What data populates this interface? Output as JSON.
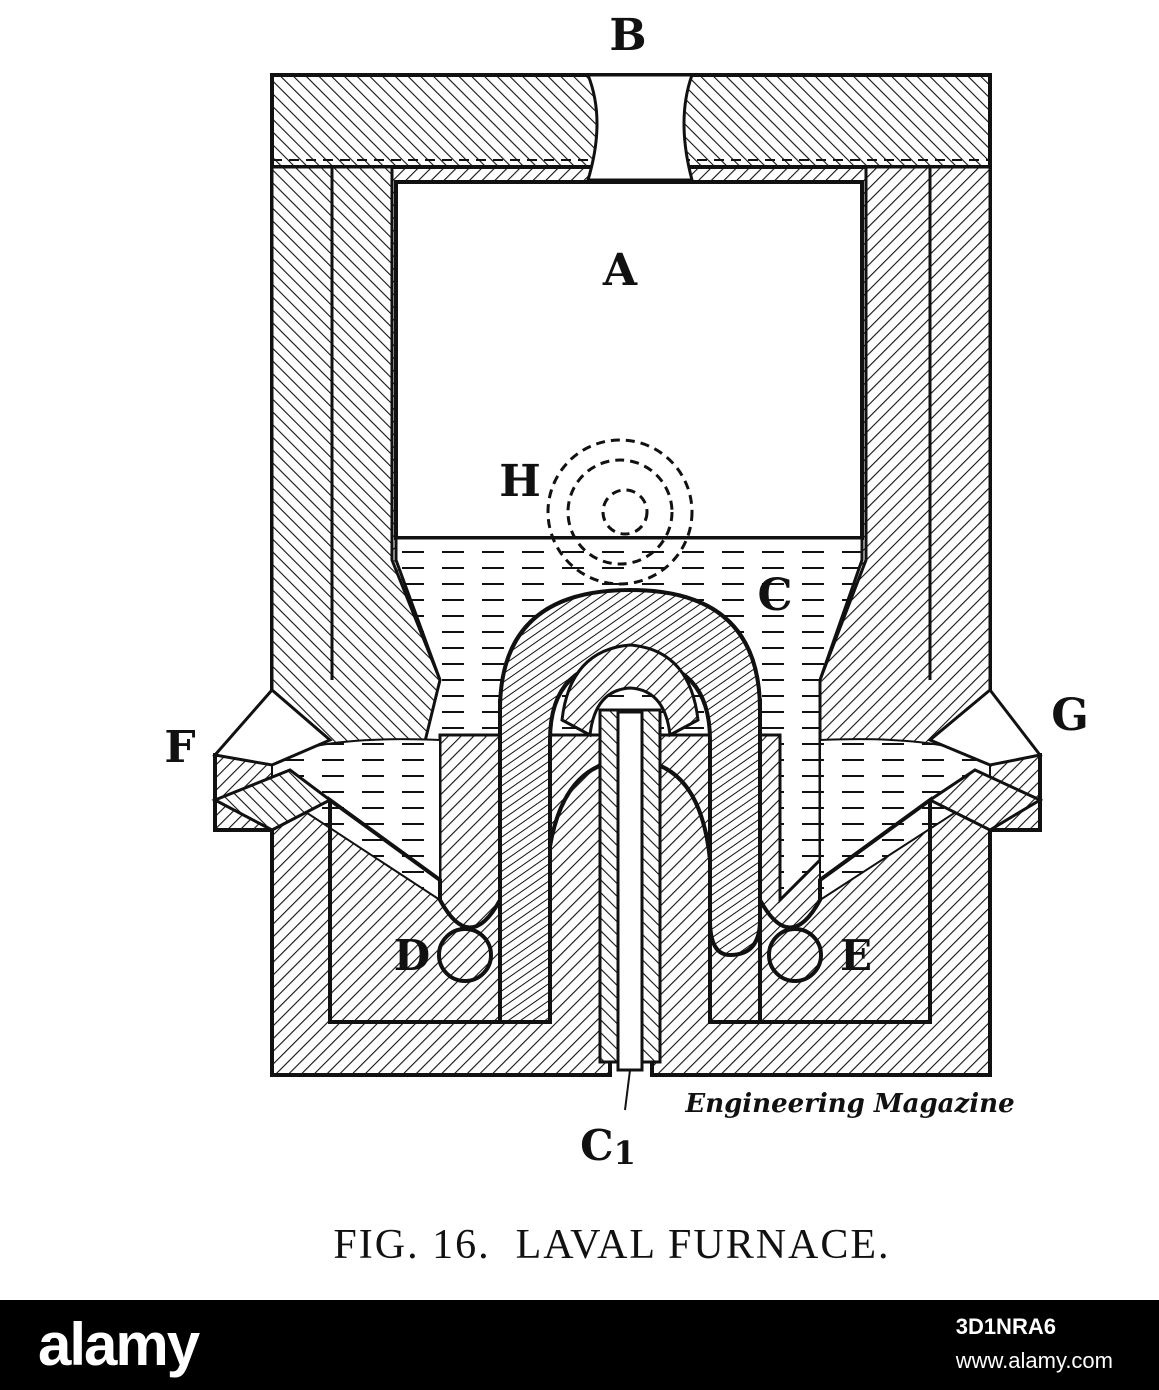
{
  "diagram": {
    "labels": {
      "A": "A",
      "B": "B",
      "C": "C",
      "C1": "C",
      "C1_sub": "1",
      "D": "D",
      "E": "E",
      "F": "F",
      "G": "G",
      "H": "H"
    },
    "credit": "Engineering Magazine",
    "caption": "FIG. 16.  LAVAL FURNACE."
  },
  "watermark": {
    "logo": "alamy",
    "image_id": "3D1NRA6",
    "url": "www.alamy.com"
  },
  "colors": {
    "ink": "#111111",
    "paper": "#ffffff",
    "bar": "#000000"
  }
}
